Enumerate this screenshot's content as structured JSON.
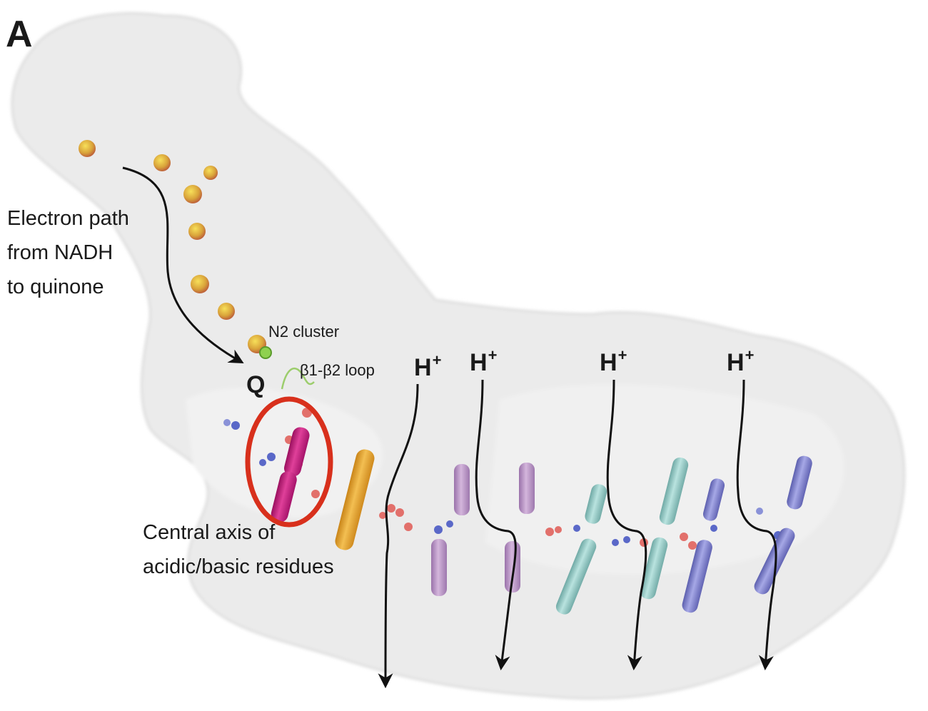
{
  "panel_label": "A",
  "electron_path_label": [
    "Electron path",
    "from NADH",
    "to quinone"
  ],
  "n2_cluster_label": "N2 cluster",
  "loop_label": "β1-β2 loop",
  "quinone_label": "Q",
  "central_axis_label": [
    "Central axis of",
    "acidic/basic residues"
  ],
  "proton_label": "H",
  "proton_charge": "+",
  "proton_paths": 4,
  "colors": {
    "protein_surface": "#e9e9e9",
    "fes_cluster": "#d7a23c",
    "n2_cluster": "#8fd14f",
    "highlight_ring": "#d8301c",
    "quinone_helix": "#c2187a",
    "helix_orange": "#e9a62c",
    "helix_violet": "#b48cc0",
    "helix_teal": "#8cc7c2",
    "helix_blue": "#7d7fc9",
    "acidic_residue": "#e2706b",
    "basic_residue": "#5a68c8",
    "arrow": "#111111"
  }
}
